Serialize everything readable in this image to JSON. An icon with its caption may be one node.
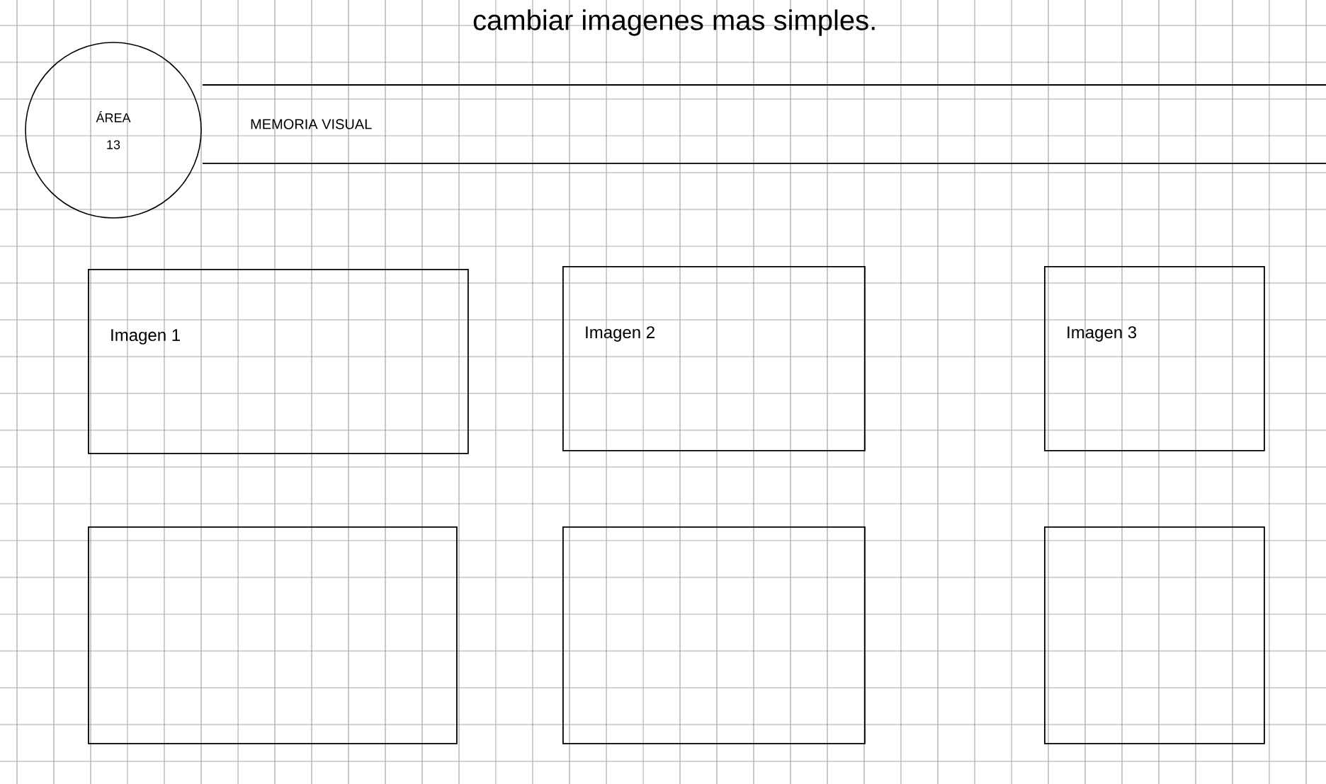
{
  "diagram": {
    "nodes": [
      {
        "text": [
          "ÁREA",
          "13"
        ]
      },
      {
        "text": [
          "MEMORIA VISUAL"
        ]
      },
      {
        "text": [
          "Imagen 1"
        ]
      },
      {
        "text": [
          "Imagen 2"
        ]
      },
      {
        "text": [
          "Imagen 3"
        ]
      },
      {
        "text": [],
        "shape": "box"
      },
      {
        "text": [],
        "shape": "box"
      },
      {
        "text": [],
        "shape": "box"
      }
    ],
    "edges": [],
    "labels": [
      "cambiar imagenes mas simples."
    ]
  }
}
